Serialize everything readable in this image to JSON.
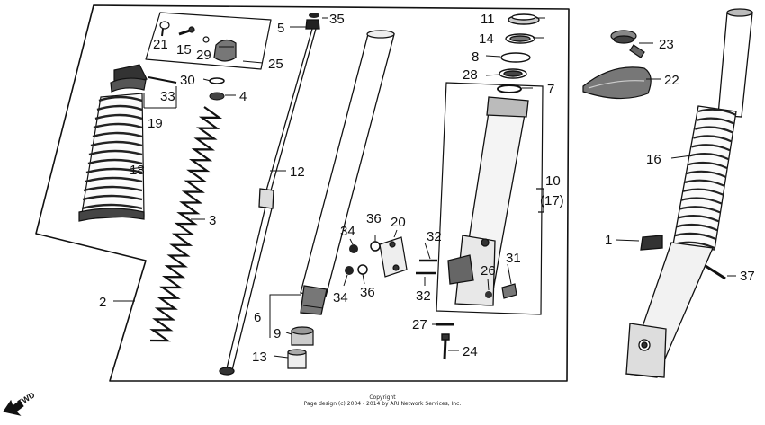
{
  "callouts": [
    {
      "id": "c35",
      "text": "35"
    },
    {
      "id": "c5",
      "text": "5"
    },
    {
      "id": "c21",
      "text": "21"
    },
    {
      "id": "c15",
      "text": "15"
    },
    {
      "id": "c29",
      "text": "29"
    },
    {
      "id": "c25",
      "text": "25"
    },
    {
      "id": "c30",
      "text": "30"
    },
    {
      "id": "c33",
      "text": "33"
    },
    {
      "id": "c4",
      "text": "4"
    },
    {
      "id": "c19",
      "text": "19"
    },
    {
      "id": "c18",
      "text": "18"
    },
    {
      "id": "c3",
      "text": "3"
    },
    {
      "id": "c2",
      "text": "2"
    },
    {
      "id": "c12",
      "text": "12"
    },
    {
      "id": "c6",
      "text": "6"
    },
    {
      "id": "c9",
      "text": "9"
    },
    {
      "id": "c13",
      "text": "13"
    },
    {
      "id": "c34a",
      "text": "34"
    },
    {
      "id": "c36a",
      "text": "36"
    },
    {
      "id": "c20",
      "text": "20"
    },
    {
      "id": "c34b",
      "text": "34"
    },
    {
      "id": "c36b",
      "text": "36"
    },
    {
      "id": "c11",
      "text": "11"
    },
    {
      "id": "c14",
      "text": "14"
    },
    {
      "id": "c8",
      "text": "8"
    },
    {
      "id": "c28",
      "text": "28"
    },
    {
      "id": "c7",
      "text": "7"
    },
    {
      "id": "c10",
      "text": "10"
    },
    {
      "id": "c17",
      "text": "(17)"
    },
    {
      "id": "c32a",
      "text": "32"
    },
    {
      "id": "c32b",
      "text": "32"
    },
    {
      "id": "c31",
      "text": "31"
    },
    {
      "id": "c26",
      "text": "26"
    },
    {
      "id": "c27",
      "text": "27"
    },
    {
      "id": "c24",
      "text": "24"
    },
    {
      "id": "c23",
      "text": "23"
    },
    {
      "id": "c22",
      "text": "22"
    },
    {
      "id": "c16",
      "text": "16"
    },
    {
      "id": "c1",
      "text": "1"
    },
    {
      "id": "c37",
      "text": "37"
    }
  ],
  "fwd_label": "FWD",
  "copyright": {
    "line1": "Copyright",
    "line2": "Page design (c) 2004 - 2014 by ARI Network Services, Inc."
  }
}
